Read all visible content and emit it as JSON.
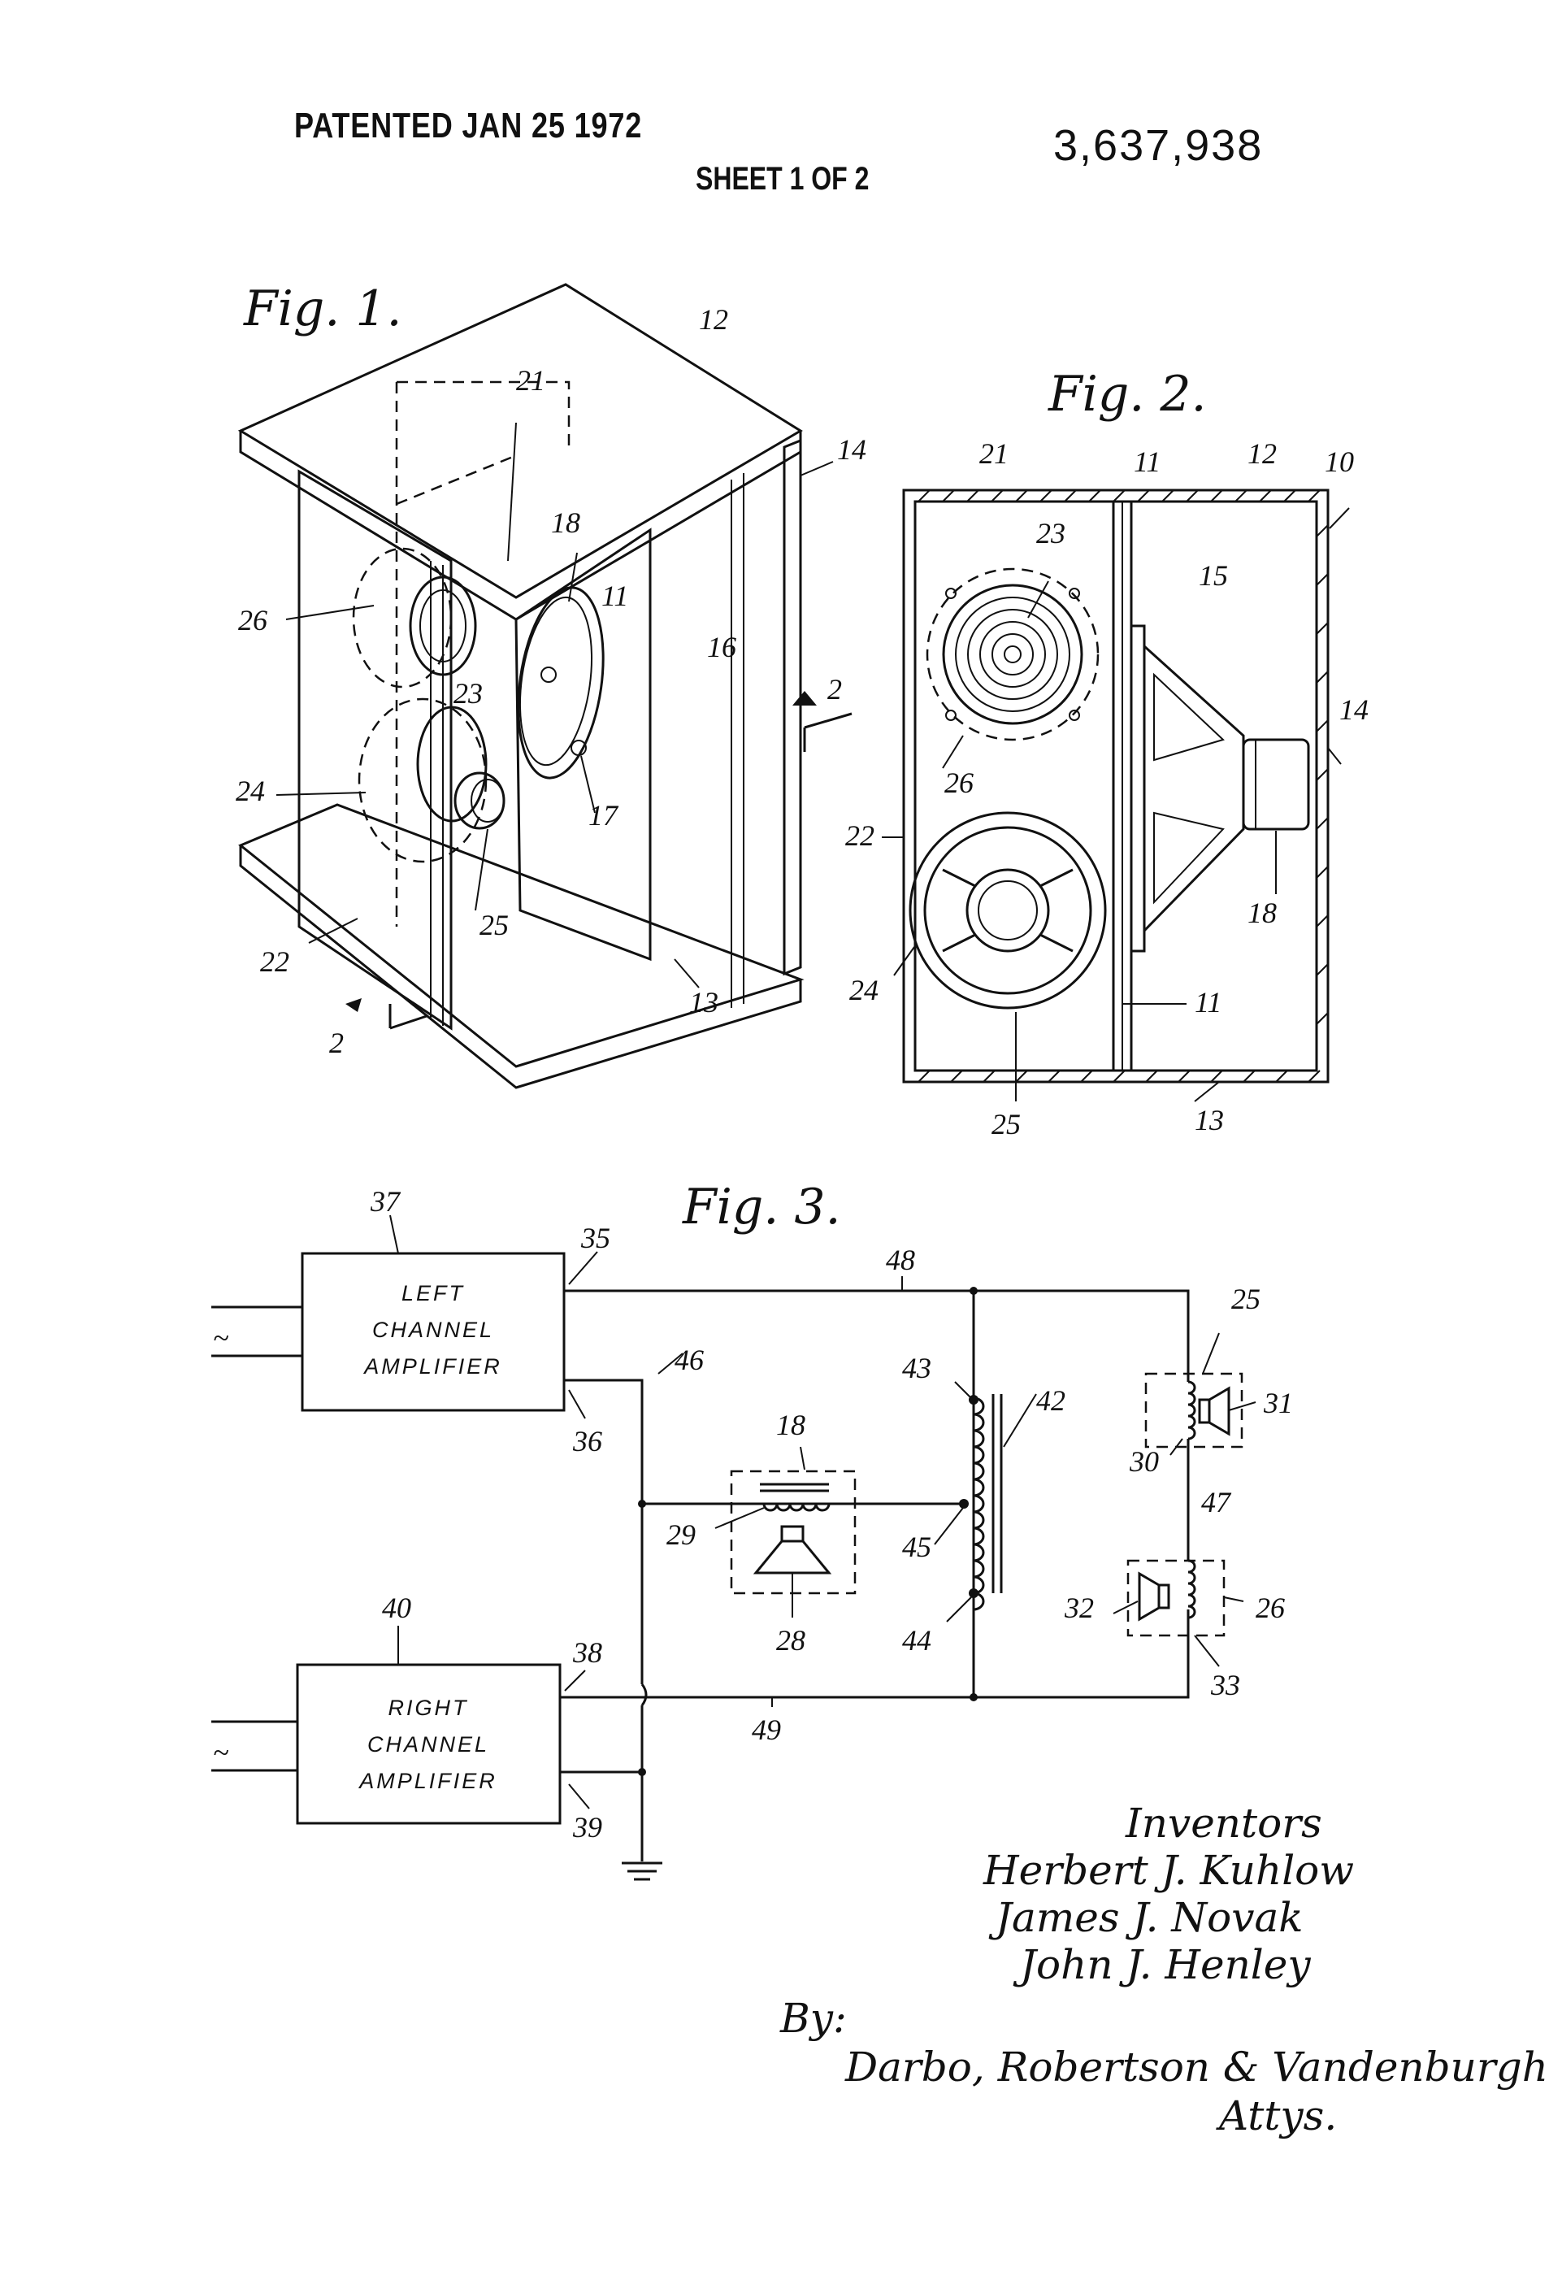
{
  "header": {
    "patented": "PATENTED JAN 25 1972",
    "patent_number": "3,637,938",
    "sheet": "SHEET 1 OF 2"
  },
  "figures": {
    "fig1": "Fig. 1.",
    "fig2": "Fig. 2.",
    "fig3": "Fig. 3."
  },
  "fig1_refs": {
    "r12": "12",
    "r21": "21",
    "r14": "14",
    "r26": "26",
    "r18": "18",
    "r11": "11",
    "r16": "16",
    "r23": "23",
    "r2a": "2",
    "r24": "24",
    "r17": "17",
    "r25": "25",
    "r22": "22",
    "r13": "13",
    "r2b": "2"
  },
  "fig2_refs": {
    "r21": "21",
    "r11a": "11",
    "r12": "12",
    "r10": "10",
    "r23": "23",
    "r15": "15",
    "r14": "14",
    "r26": "26",
    "r22": "22",
    "r18": "18",
    "r24": "24",
    "r11b": "11",
    "r25": "25",
    "r13": "13"
  },
  "fig3_refs": {
    "r37": "37",
    "r35": "35",
    "r48": "48",
    "r25": "25",
    "r46": "46",
    "r43": "43",
    "r42": "42",
    "r31": "31",
    "r36": "36",
    "r18": "18",
    "r30": "30",
    "r47": "47",
    "r29": "29",
    "r45": "45",
    "r32": "32",
    "r26": "26",
    "r28": "28",
    "r44": "44",
    "r33": "33",
    "r40": "40",
    "r38": "38",
    "r49": "49",
    "r39": "39"
  },
  "fig3_labels": {
    "left_amp": [
      "LEFT",
      "CHANNEL",
      "AMPLIFIER"
    ],
    "right_amp": [
      "RIGHT",
      "CHANNEL",
      "AMPLIFIER"
    ],
    "ac_left": "~",
    "ac_right": "~"
  },
  "signature": {
    "inventors_heading": "Inventors",
    "inventors": [
      "Herbert J. Kuhlow",
      "James J. Novak",
      "John J. Henley"
    ],
    "by": "By:",
    "attorneys": "Darbo, Robertson & Vandenburgh",
    "attys": "Attys."
  },
  "colors": {
    "ink": "#111111",
    "paper": "#ffffff"
  }
}
